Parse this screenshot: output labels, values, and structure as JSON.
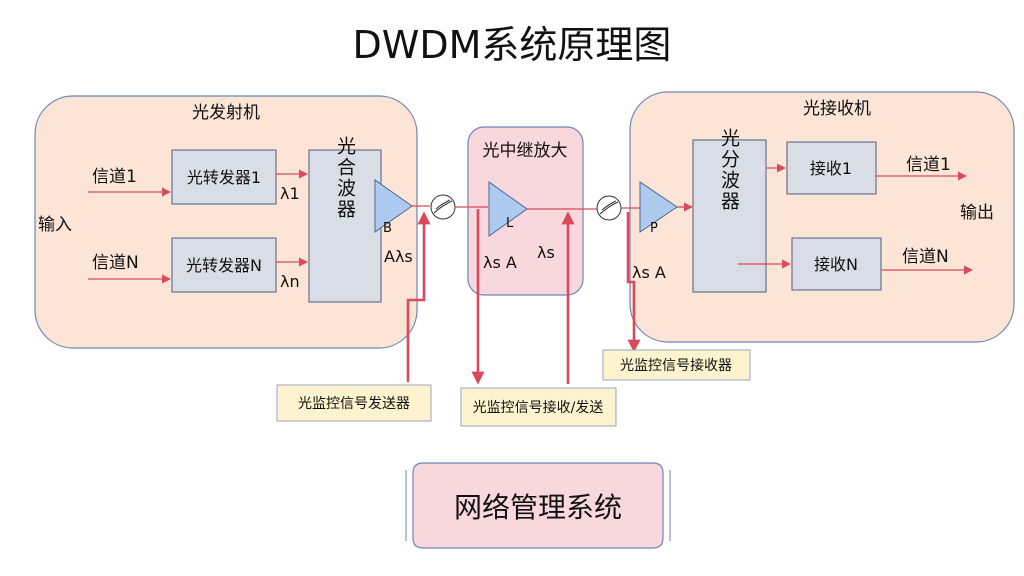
{
  "title": "DWDM系统原理图",
  "transmitter": {
    "label": "光发射机",
    "input_label": "输入",
    "channel_1": "信道1",
    "channel_n": "信道N",
    "transponder_1": "光转发器1",
    "transponder_n": "光转发器N",
    "lambda_1": "λ1",
    "lambda_n": "λn",
    "multiplexer": "光合波器",
    "amp_label": "B",
    "amp_out_label": "Aλs"
  },
  "repeater": {
    "label": "光中继放大",
    "amp_label": "L",
    "lambda_s_a": "λs A",
    "lambda_s": "λs"
  },
  "receiver": {
    "label": "光接收机",
    "output_label": "输出",
    "preamp_label": "P",
    "lambda_s_a": "λs A",
    "demultiplexer": "光分波器",
    "receiver_1": "接收1",
    "receiver_n": "接收N",
    "out_channel_1": "信道1",
    "out_channel_n": "信道N"
  },
  "osc": {
    "transmitter": "光监控信号发送器",
    "transceiver": "光监控信号接收/发送",
    "receiver": "光监控信号接收器"
  },
  "nms": "网络管理系统",
  "colors": {
    "panel_fill": "#fce4d6",
    "panel_stroke": "#6d86b8",
    "repeater_fill": "#f8d7dd",
    "box_fill": "#d9dde6",
    "amp_fill": "#aecbef",
    "label_fill": "#fdf3cf",
    "signal_line": "#d94a5a"
  }
}
